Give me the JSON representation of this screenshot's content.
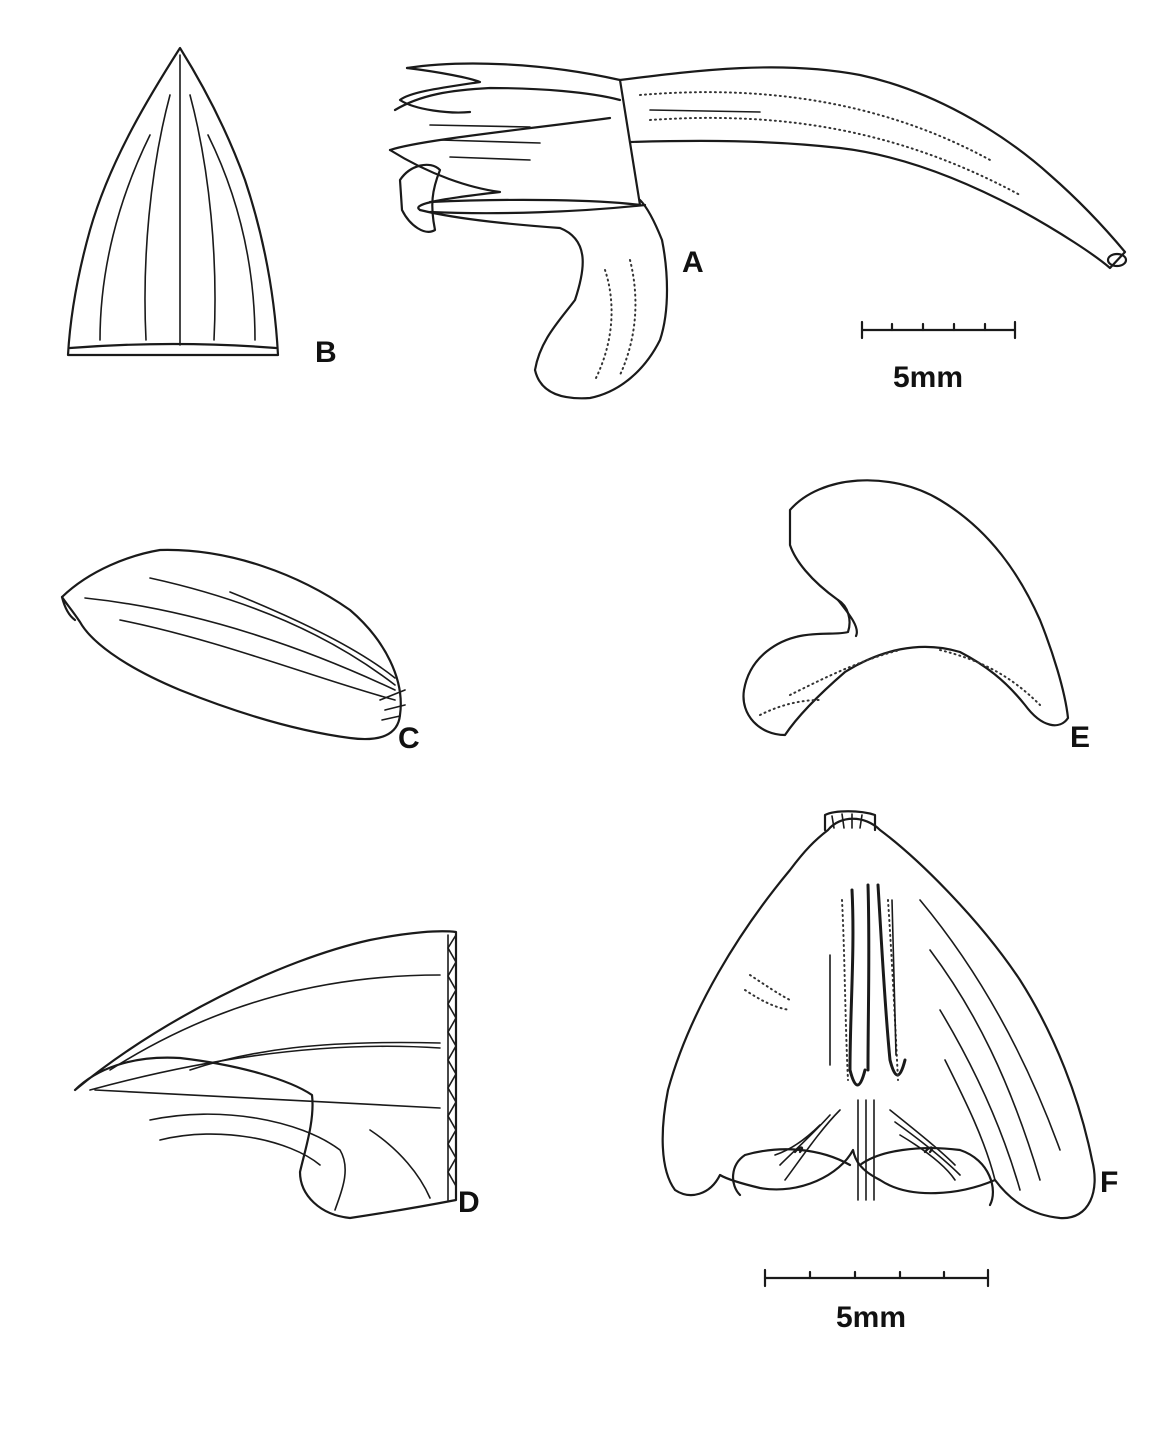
{
  "panels": {
    "A": "A",
    "B": "B",
    "C": "C",
    "D": "D",
    "E": "E",
    "F": "F"
  },
  "scale_bars": {
    "top": "5mm",
    "bottom": "5mm"
  }
}
